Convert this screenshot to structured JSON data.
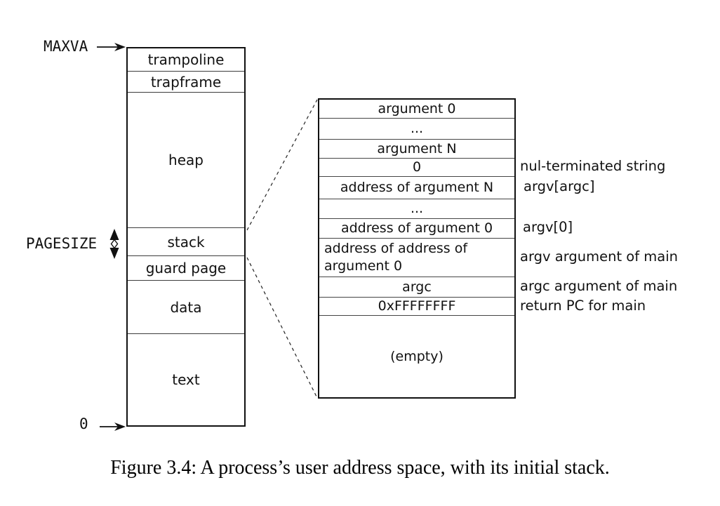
{
  "colors": {
    "ink": "#111111",
    "background": "#ffffff"
  },
  "diagram": {
    "labels": {
      "maxva": "MAXVA",
      "pagesize": "PAGESIZE",
      "zero": "0"
    },
    "address_space": {
      "segments": [
        {
          "label": "trampoline"
        },
        {
          "label": "trapframe"
        },
        {
          "label": "heap"
        },
        {
          "label": "stack"
        },
        {
          "label": "guard page"
        },
        {
          "label": "data"
        },
        {
          "label": "text"
        }
      ]
    },
    "stack_detail": {
      "rows": [
        {
          "label": "argument 0"
        },
        {
          "label": "..."
        },
        {
          "label": "argument N"
        },
        {
          "label": "0",
          "annotation": "nul-terminated string"
        },
        {
          "label": "address of argument N",
          "annotation": "argv[argc]"
        },
        {
          "label": "..."
        },
        {
          "label": "address of argument 0",
          "annotation": "argv[0]"
        },
        {
          "label": "address of address of\n argument 0",
          "annotation": "argv argument of main"
        },
        {
          "label": "argc",
          "annotation": "argc argument of main"
        },
        {
          "label": "0xFFFFFFFF",
          "annotation": "return PC for main"
        },
        {
          "label": "(empty)"
        }
      ]
    }
  },
  "caption": "Figure 3.4: A process’s user address space, with its initial stack."
}
